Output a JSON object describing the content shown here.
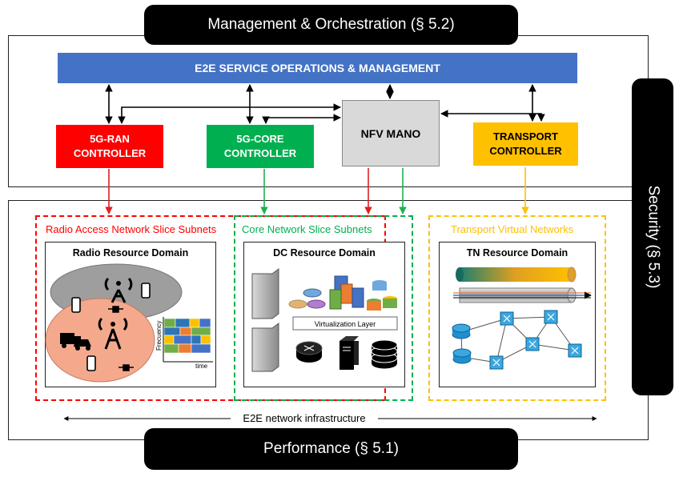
{
  "top_banner": "Management & Orchestration (§ 5.2)",
  "bottom_banner": "Performance (§ 5.1)",
  "side_banner": "Security (§ 5.3)",
  "e2e_bar": "E2E SERVICE OPERATIONS & MANAGEMENT",
  "controllers": {
    "ran": "5G-RAN\nCONTROLLER",
    "core": "5G-CORE\nCONTROLLER",
    "nfv": "NFV MANO",
    "transport": "TRANSPORT\nCONTROLLER"
  },
  "subnets": {
    "ran": "Radio Access Network Slice Subnets",
    "core": "Core Network Slice Subnets",
    "transport": "Transport Virtual Networks"
  },
  "domains": {
    "radio": "Radio Resource Domain",
    "dc": "DC Resource Domain",
    "tn": "TN Resource Domain"
  },
  "virtualization_layer": "Virtualization Layer",
  "spectrum_axes": {
    "y": "Frecuency",
    "x": "time"
  },
  "infrastructure_label": "E2E network infrastructure",
  "colors": {
    "ran": "#ff0000",
    "core": "#00b050",
    "nfv": "#d9d9d9",
    "transport": "#ffc000",
    "e2e_bar": "#4472c4"
  },
  "icons": [
    "cell-tower-icon",
    "smartphone-icon",
    "truck-icon",
    "car-icon",
    "router-icon",
    "server-icon",
    "database-icon",
    "switch-icon",
    "tunnel-icon"
  ]
}
